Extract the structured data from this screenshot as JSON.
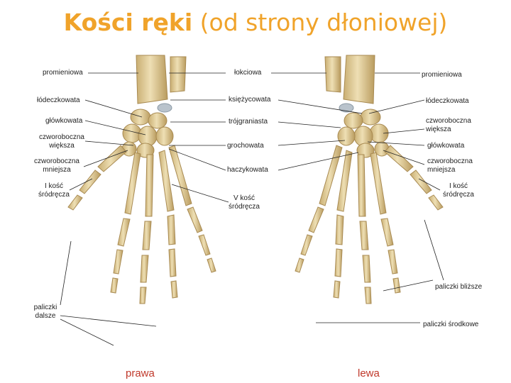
{
  "title": {
    "bold": "Kości ręki",
    "rest": "(od strony dłoniowej)"
  },
  "labels": {
    "promieniowa_left": "promieniowa",
    "lokciowa": "łokciowa",
    "promieniowa_right": "promieniowa",
    "lodeczkowata_left": "łódeczkowata",
    "ksiezycowata": "księżycowata",
    "lodeczkowata_right": "łódeczkowata",
    "glowkowata_left": "główkowata",
    "trojgraniasta": "trójgraniasta",
    "czworoboczna_wieksza_right": "czworoboczna\nwiększa",
    "czworoboczna_wieksza_left": "czworoboczna\nwiększa",
    "grochowata": "grochowata",
    "glowkowata_right": "główkowata",
    "czworoboczna_mniejsza_left": "czworoboczna\nmniejsza",
    "haczykowata": "haczykowata",
    "czworoboczna_mniejsza_right": "czworoboczna\nmniejsza",
    "i_kosc_left": "I kość\nśródręcza",
    "v_kosc": "V kość\nśródręcza",
    "i_kosc_right": "I kość\nśródręcza",
    "paliczki_blizsze": "paliczki bliższe",
    "paliczki_dalsze": "paliczki\ndalsze",
    "paliczki_srodkowe": "paliczki środkowe"
  },
  "sides": {
    "left": "prawa",
    "right": "lewa"
  },
  "colors": {
    "title": "#f0a32a",
    "side": "#c0392b",
    "bone": "#e2cf9c",
    "cartilage": "#b9c3cc"
  }
}
